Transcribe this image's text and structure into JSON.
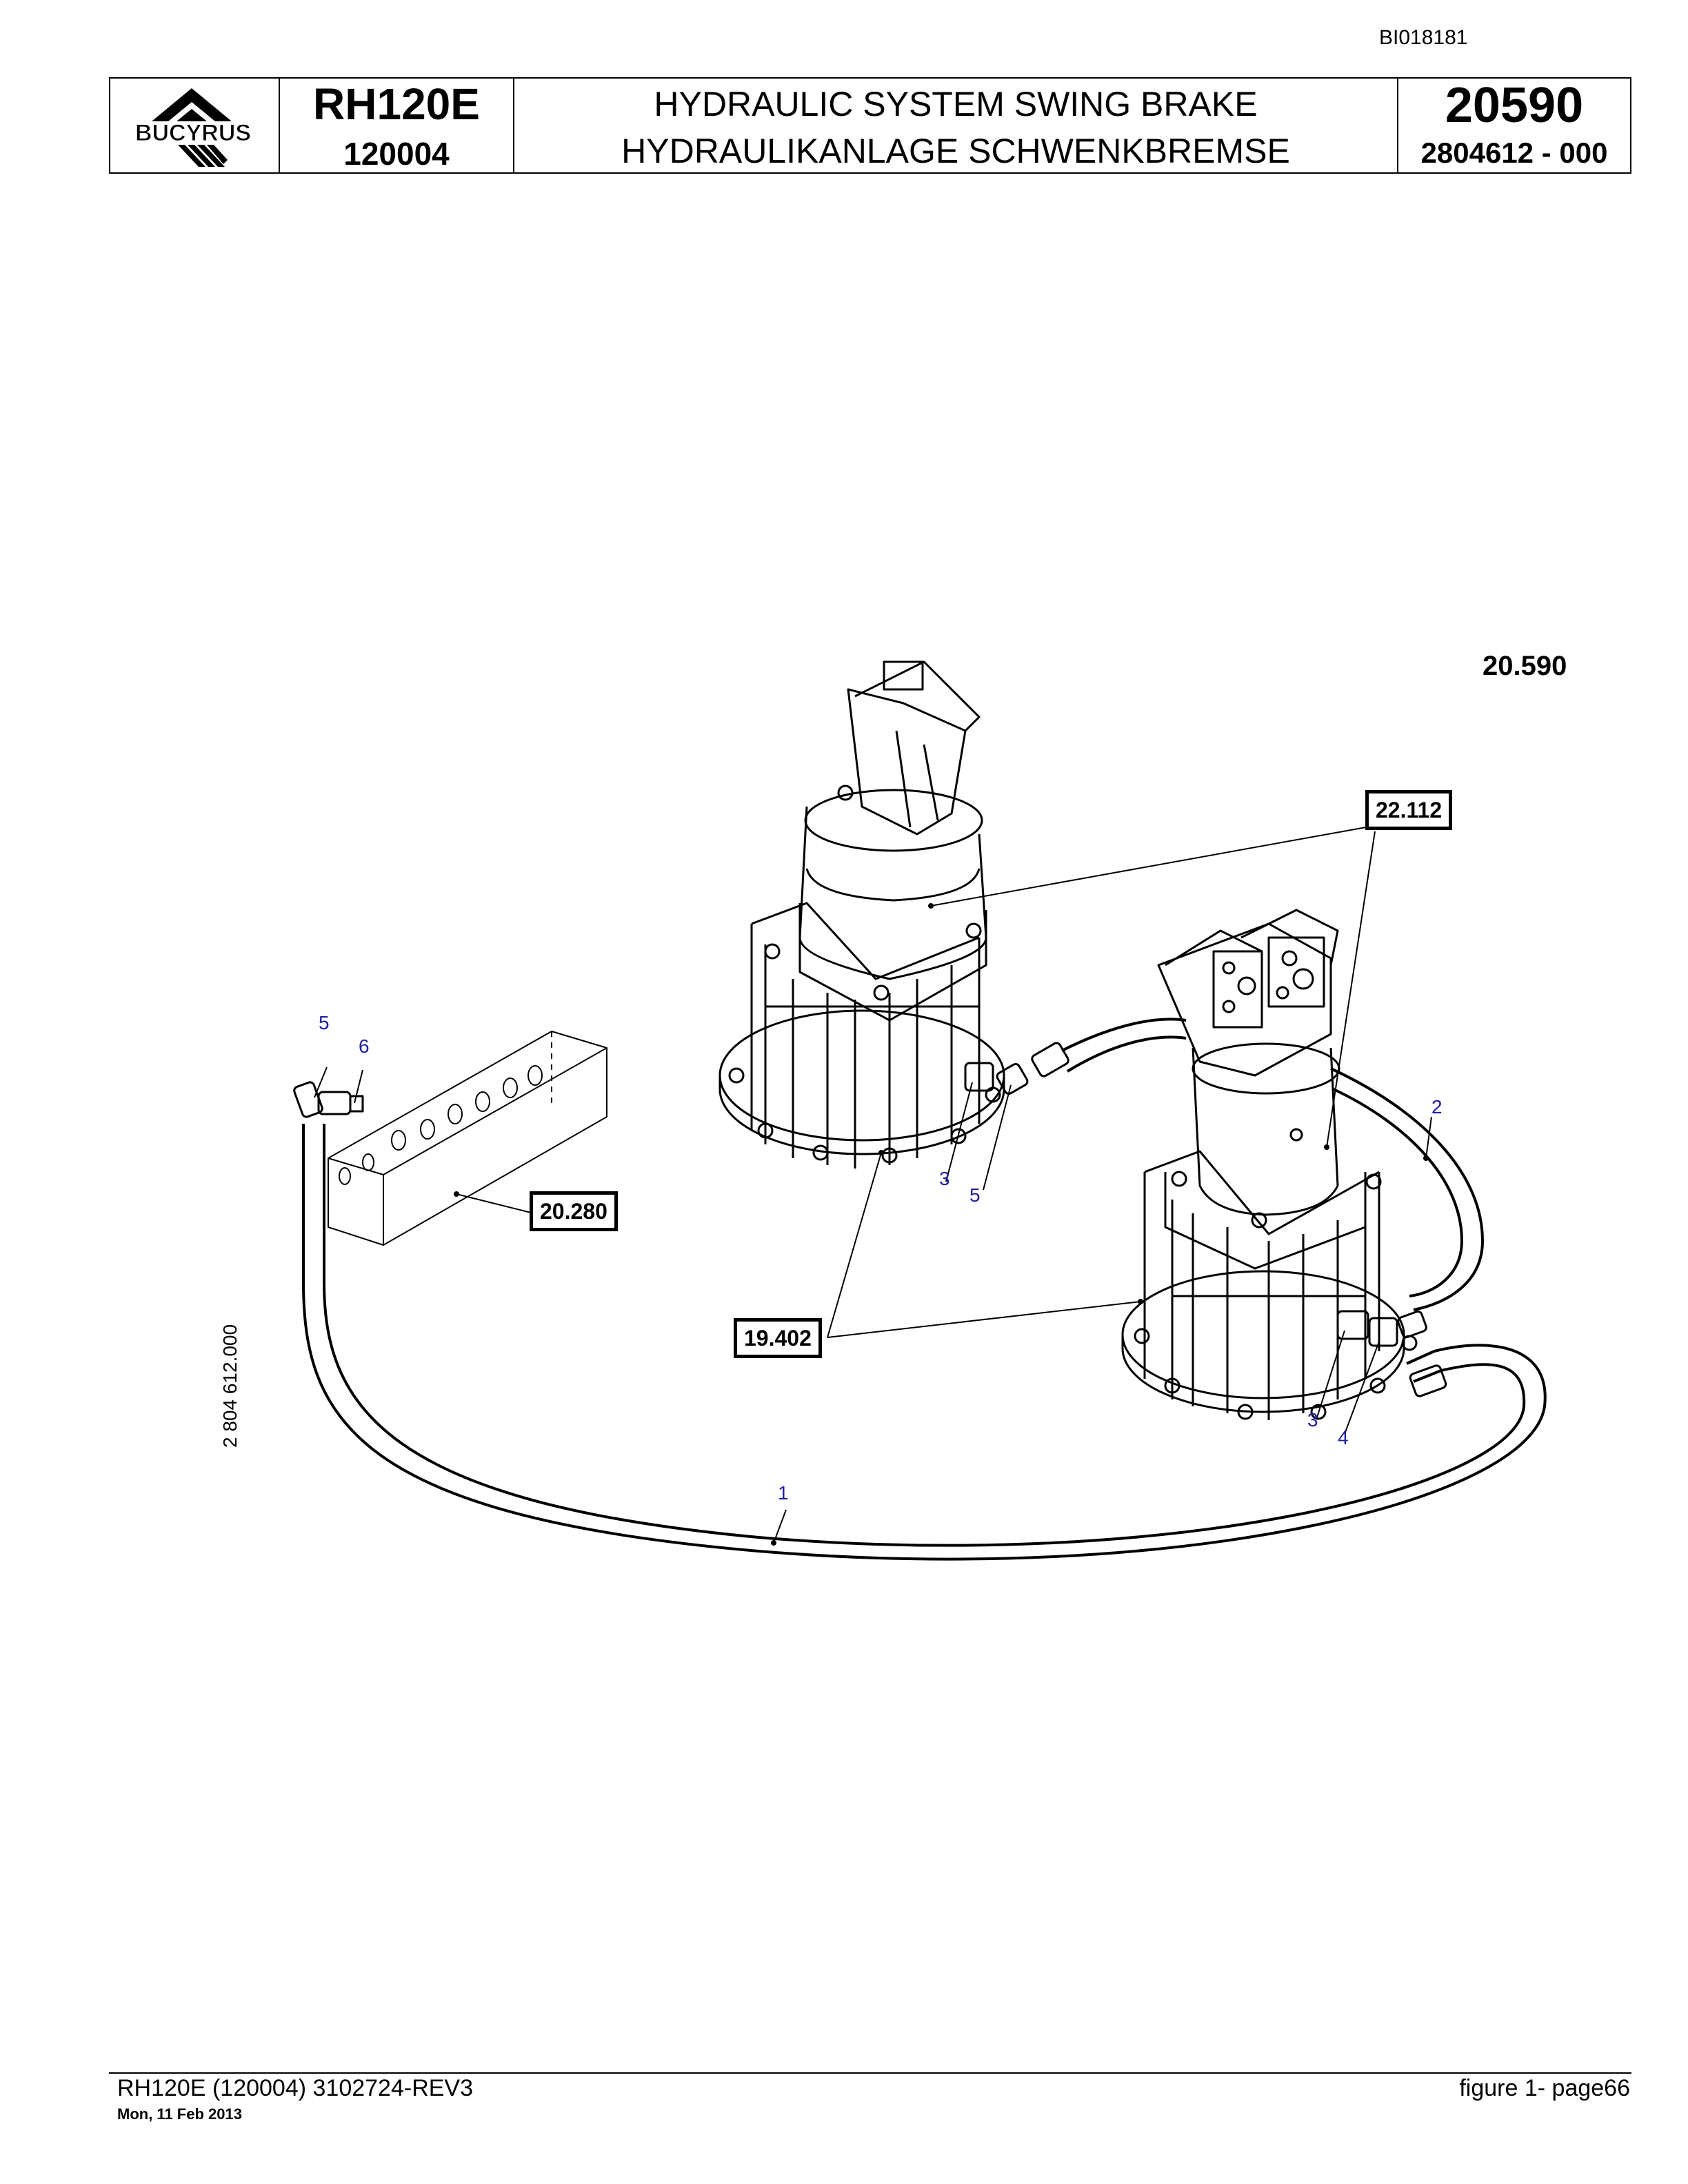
{
  "header": {
    "doc_id": "BI018181",
    "logo_text": "BUCYRUS",
    "model": "RH120E",
    "serial": "120004",
    "title_en": "HYDRAULIC SYSTEM SWING BRAKE",
    "title_de": "HYDRAULIKANLAGE SCHWENKBREMSE",
    "group_number": "20590",
    "part_number": "2804612  - 000"
  },
  "figure": {
    "figure_number": "20.590",
    "drawing_number": "2 804 612.000",
    "references": [
      "22.112",
      "20.280",
      "19.402"
    ],
    "callouts": [
      "5",
      "6",
      "3",
      "5",
      "2",
      "3",
      "4",
      "1"
    ]
  },
  "footer": {
    "doc_ref": "RH120E (120004) 3102724-REV3",
    "date": "Mon, 11 Feb 2013",
    "page": "figure  1- page66"
  },
  "colors": {
    "callout": "#1f1fa0",
    "line": "#000000"
  }
}
